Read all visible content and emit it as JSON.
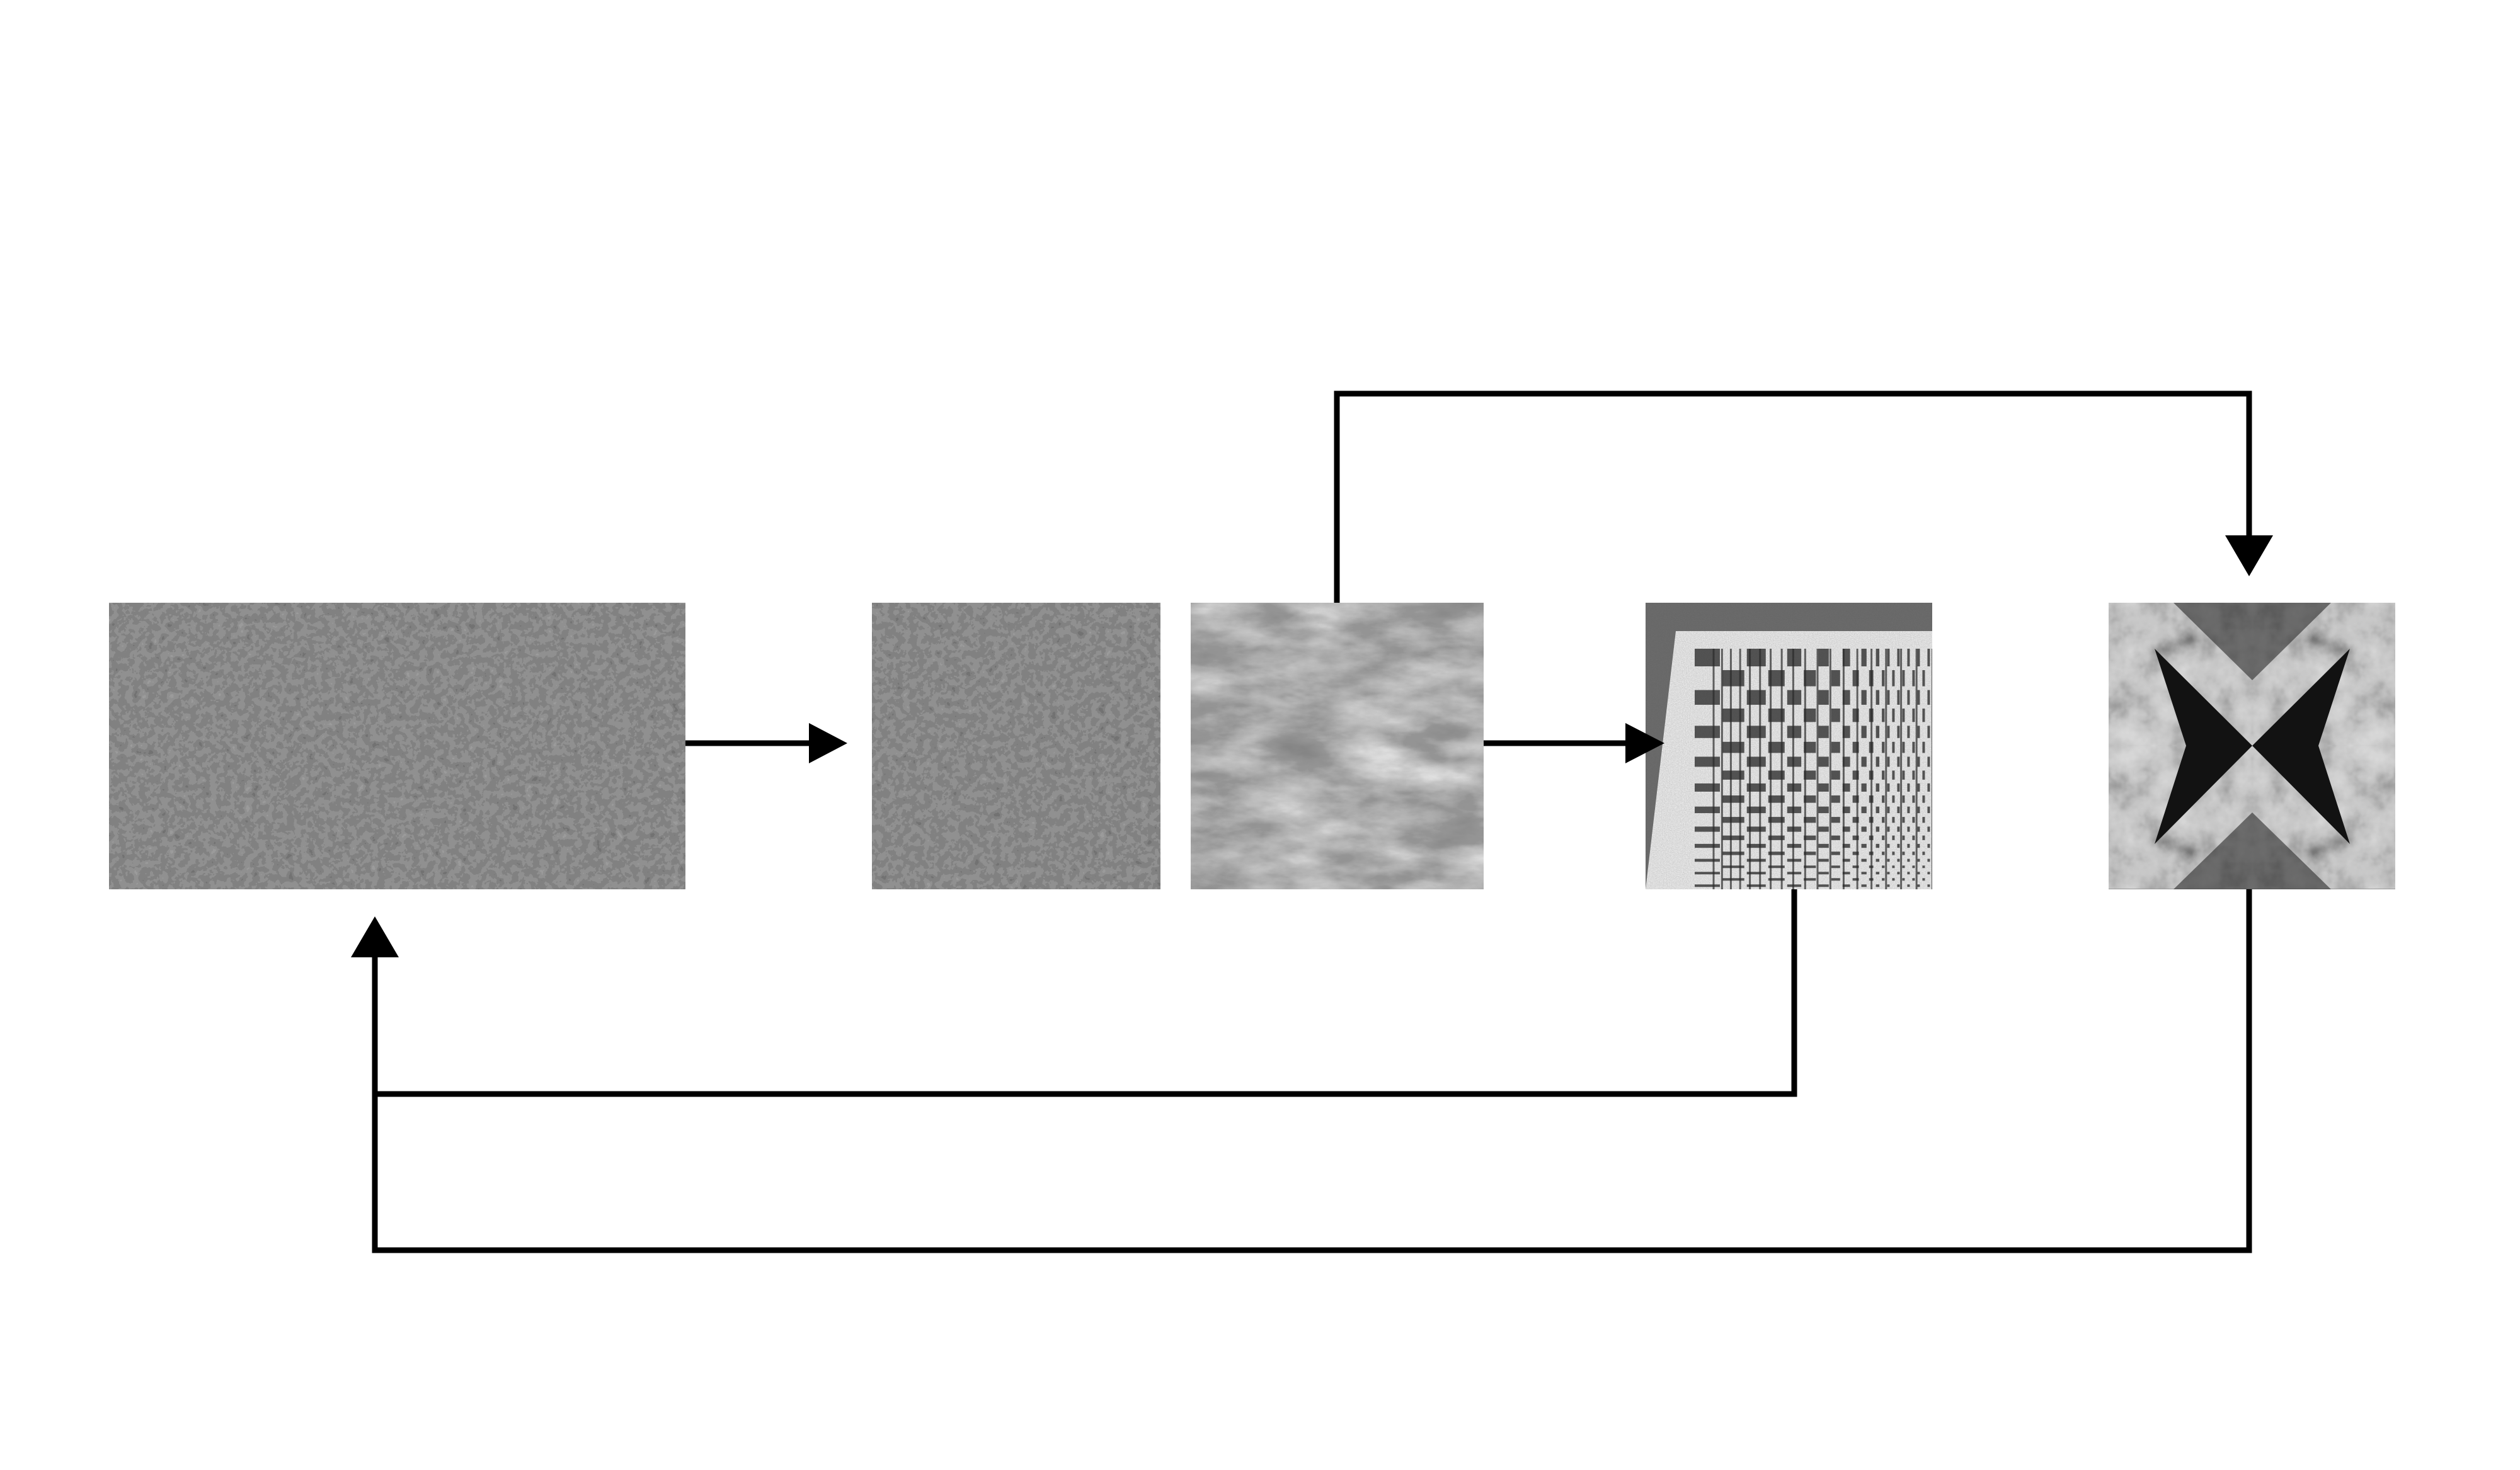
{
  "diagram": {
    "background": "#ffffff",
    "line_color": "#000000",
    "panels": [
      {
        "id": "gravel-large",
        "texture": "gravel",
        "description_icon": "gravel-texture-image"
      },
      {
        "id": "gravel-small",
        "texture": "gravel",
        "description_icon": "gravel-texture-image"
      },
      {
        "id": "smoke",
        "texture": "smoke",
        "description_icon": "smoke-texture-image"
      },
      {
        "id": "grid",
        "texture": "checker-grid",
        "description_icon": "grid-texture-image"
      },
      {
        "id": "mirror",
        "texture": "mirrored-rock",
        "description_icon": "mirrored-texture-image"
      }
    ],
    "connections": [
      {
        "from": "gravel-large",
        "to": "gravel-small"
      },
      {
        "from": "smoke",
        "to": "grid"
      },
      {
        "from": "smoke",
        "to": "mirror"
      },
      {
        "from": "grid",
        "to": "gravel-large"
      },
      {
        "from": "mirror",
        "to": "gravel-large"
      }
    ]
  }
}
